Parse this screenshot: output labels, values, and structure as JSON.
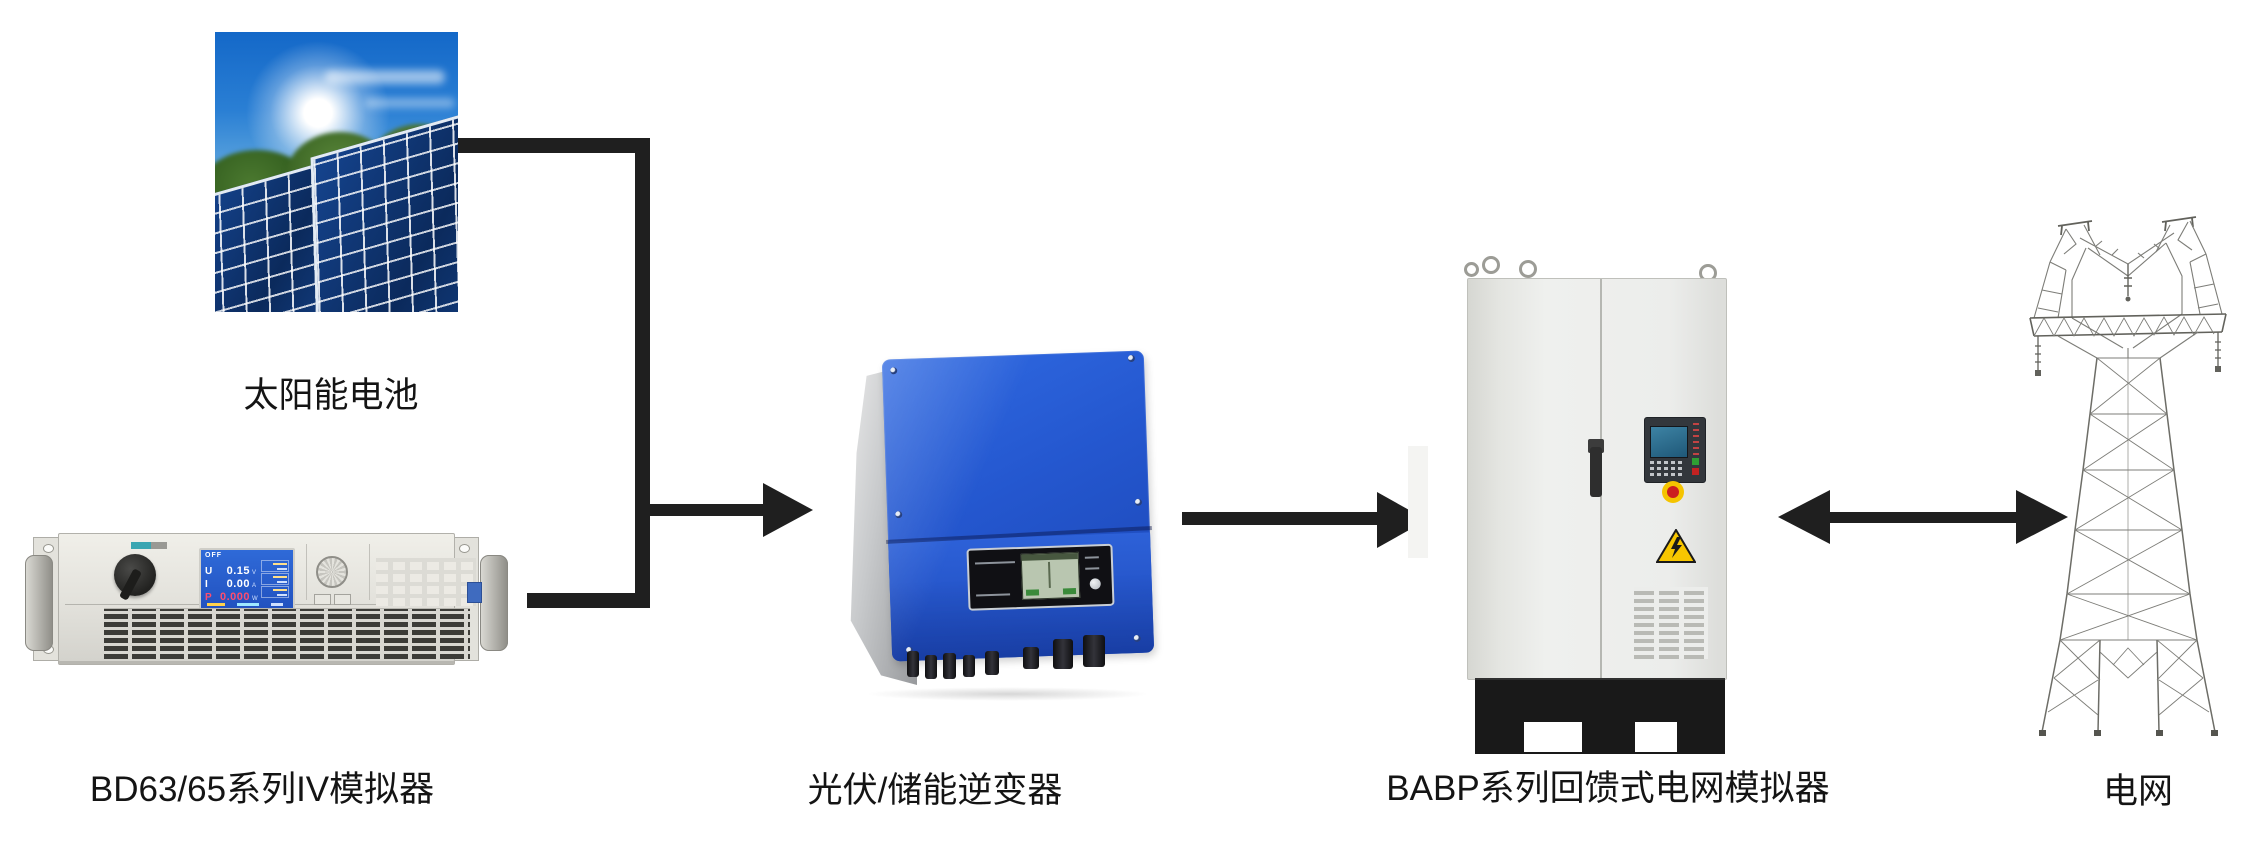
{
  "background": "#ffffff",
  "arrow_color": "#1f1f1f",
  "nodes": [
    {
      "id": "solar-panel",
      "label": "太阳能电池",
      "type": "photo"
    },
    {
      "id": "iv-simulator",
      "label": "BD63/65系列IV模拟器",
      "type": "rack-instrument"
    },
    {
      "id": "pv-inverter",
      "label": "光伏/储能逆变器",
      "type": "inverter"
    },
    {
      "id": "grid-simulator",
      "label": "BABP系列回馈式电网模拟器",
      "type": "cabinet"
    },
    {
      "id": "power-grid",
      "label": "电网",
      "type": "transmission-tower"
    }
  ],
  "edges": [
    {
      "from": "solar-panel",
      "to": "pv-inverter",
      "style": "merged-arrow",
      "bidirectional": false
    },
    {
      "from": "iv-simulator",
      "to": "pv-inverter",
      "style": "merged-arrow",
      "bidirectional": false
    },
    {
      "from": "pv-inverter",
      "to": "grid-simulator",
      "style": "arrow",
      "bidirectional": false
    },
    {
      "from": "grid-simulator",
      "to": "power-grid",
      "style": "double-arrow",
      "bidirectional": true
    }
  ],
  "iv_display": {
    "status": "OFF",
    "rows": [
      {
        "label": "U",
        "value": "0.15",
        "unit": "V"
      },
      {
        "label": "I",
        "value": "0.00",
        "unit": "A"
      },
      {
        "label": "P",
        "value": "0.000",
        "unit": "W"
      }
    ]
  },
  "colors": {
    "inverter_blue": "#2457cf",
    "cabinet_body": "#ecedeb",
    "cabinet_base": "#191919",
    "estop_red": "#cc1f1f",
    "estop_ring_yellow": "#f5c400",
    "warning_yellow": "#f7c600",
    "bd_screen_blue": "#2a5fd0",
    "inverter_lcd_green": "#b9c6b0"
  }
}
